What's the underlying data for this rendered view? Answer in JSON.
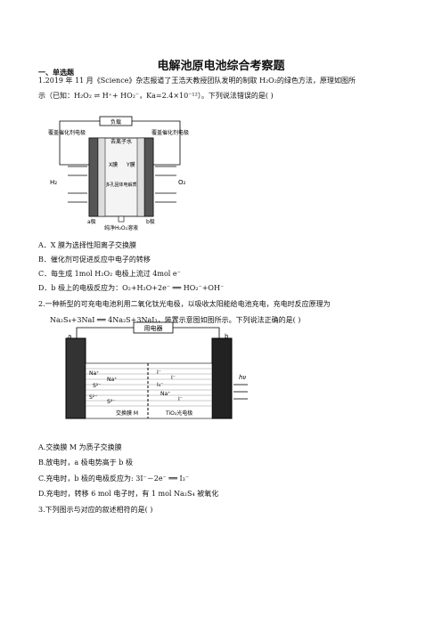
{
  "title": "电解池原电池综合考察题",
  "section": "一、单选题",
  "q1": {
    "stem_line1": "1.2019 年 11 月《Science》杂志报道了王浩天教授团队发明的制取 H₂O₂的绿色方法，原理如图所",
    "stem_line2": "示（已知：H₂O₂ ⇌ H⁺+ HO₂⁻，Ka=2.4×10⁻¹²）。下列说法错误的是(    )",
    "diagram": {
      "load": "负载",
      "water_in": "去离子水",
      "left_electrode": "覆盖催化剂电极",
      "right_electrode": "覆盖催化剂电极",
      "h2": "H₂",
      "o2": "O₂",
      "membrane_x": "X膜",
      "membrane_y": "Y膜",
      "center": "多孔固体电解质",
      "output": "纯净H₂O₂溶液",
      "a": "a极",
      "b": "b极"
    },
    "options": [
      "A．X 膜为选择性阳离子交换膜",
      "B．催化剂可促进反应中电子的转移",
      "C．每生成 1mol H₂O₂ 电极上流过 4mol e⁻",
      "D．b 极上的电极反应为：O₂+H₂O+2e⁻ ══ HO₂⁻+OH⁻"
    ]
  },
  "q2": {
    "stem_line1": "2.一种新型的可充电电池利用二氧化钛光电极，以吸收太阳能给电池充电，充电时反应原理为",
    "stem_line2": "Na₂S₄+3NaI ══ 4Na₂S+3NaI₃，装置示意图如图所示。下列说法正确的是(    )",
    "diagram": {
      "device": "用电器",
      "a": "a",
      "b": "b",
      "hv": "hν",
      "membrane": "交换膜 M",
      "electrode": "TiO₂光电极",
      "left_ions": [
        "Na⁺",
        "Na⁺",
        "S²⁻",
        "S²⁻",
        "S²⁻"
      ],
      "right_ions": [
        "I⁻",
        "I⁻",
        "I₃⁻",
        "Na⁺",
        "I⁻"
      ]
    },
    "options": [
      "A.交换膜 M 为质子交换膜",
      "B.放电时，a 极电势高于 b 极",
      "C.充电时，b 极的电极反应为: 3I⁻－2e⁻ ══ I₃⁻",
      "D.充电时，转移 6 mol 电子时，有 1 mol Na₂S₄ 被氧化"
    ]
  },
  "q3": {
    "stem": "3.下列图示与对应的叙述相符的是(    )"
  }
}
